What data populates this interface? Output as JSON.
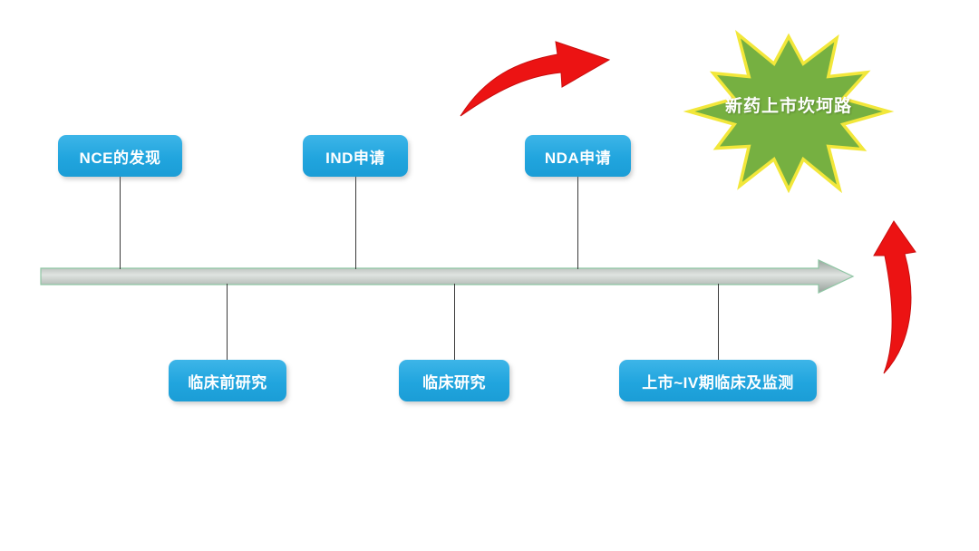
{
  "burst": {
    "label": "新药上市坎坷路"
  },
  "timeline": {
    "top_items": [
      {
        "label": "NCE的发现"
      },
      {
        "label": "IND申请"
      },
      {
        "label": "NDA申请"
      }
    ],
    "bottom_items": [
      {
        "label": "临床前研究"
      },
      {
        "label": "临床研究"
      },
      {
        "label": "上市~IV期临床及监测"
      }
    ]
  },
  "colors": {
    "box_blue": "#25a8df",
    "burst_green": "#76b041",
    "burst_outline": "#f2e73a",
    "arrow_red": "#ec1313",
    "timeline_gray": "#a3aba6",
    "text_white": "#ffffff"
  }
}
